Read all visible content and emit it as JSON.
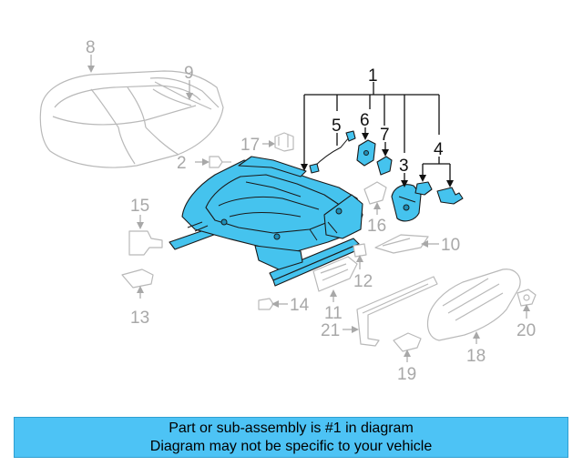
{
  "callouts": {
    "c1": "1",
    "c2": "2",
    "c3": "3",
    "c4": "4",
    "c5": "5",
    "c6": "6",
    "c7": "7",
    "c8": "8",
    "c9": "9",
    "c10": "10",
    "c11": "11",
    "c12": "12",
    "c13": "13",
    "c14": "14",
    "c15": "15",
    "c16": "16",
    "c17": "17",
    "c18": "18",
    "c19": "19",
    "c20": "20",
    "c21": "21"
  },
  "banner": {
    "line1": "Part or sub-assembly is #1 in diagram",
    "line2": "Diagram may not be specific to your vehicle"
  },
  "colors": {
    "highlight": "#45c3ee",
    "banner": "#4dc3f5",
    "ghost": "#b9b9b9"
  }
}
